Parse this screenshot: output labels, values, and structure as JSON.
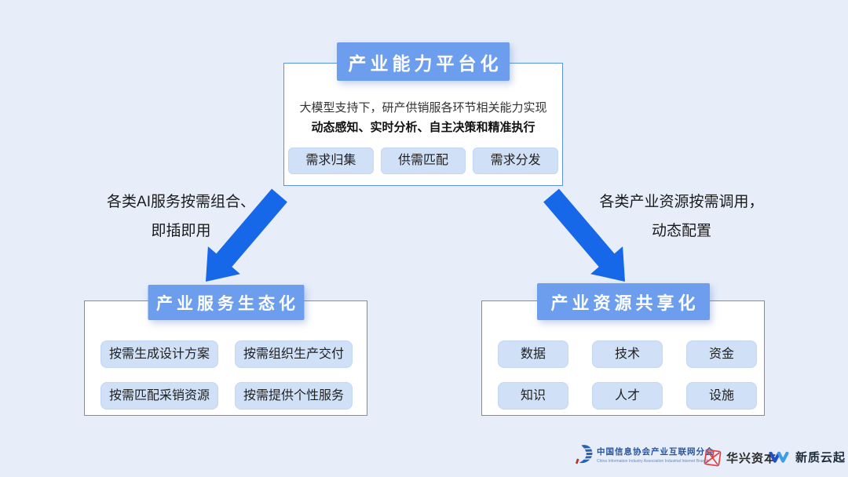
{
  "colors": {
    "background": "#e7eefa",
    "header_blue": "#6d9eee",
    "panel_border": "#5b92ee",
    "chip_bg": "#cfe0f7",
    "arrow_blue": "#1767e9",
    "huaxing_red": "#e23d3d",
    "association_blue": "#2a62b0"
  },
  "top_panel": {
    "title": "产业能力平台化",
    "desc_line1": "大模型支持下，研产供销服各环节相关能力实现",
    "desc_line2": "动态感知、实时分析、自主决策和精准执行",
    "chips": [
      "需求归集",
      "供需匹配",
      "需求分发"
    ]
  },
  "left_arrow": {
    "label_line1": "各类AI服务按需组合、",
    "label_line2": "即插即用"
  },
  "right_arrow": {
    "label_line1": "各类产业资源按需调用，",
    "label_line2": "动态配置"
  },
  "service_panel": {
    "title": "产业服务生态化",
    "chips": [
      "按需生成设计方案",
      "按需组织生产交付",
      "按需匹配采销资源",
      "按需提供个性服务"
    ]
  },
  "resource_panel": {
    "title": "产业资源共享化",
    "chips": [
      "数据",
      "技术",
      "资金",
      "知识",
      "人才",
      "设施"
    ]
  },
  "footer": {
    "association_name_cn": "中国信息协会产业互联网分会",
    "association_name_en": "China Information Industry Association Industrial Internet Branch",
    "huaxing_label": "华兴资本",
    "xinzhi_label": "新质云起"
  }
}
